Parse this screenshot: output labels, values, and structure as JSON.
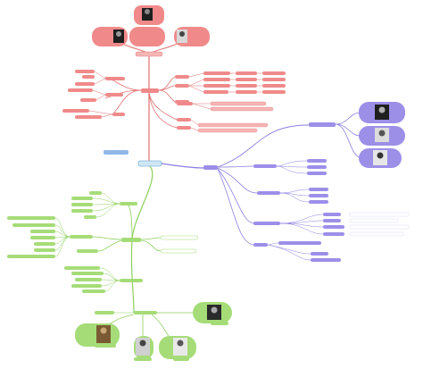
{
  "colors": {
    "red_branch": "#e07070",
    "red_node": "#f08a8a",
    "purple_branch": "#8a7fe0",
    "purple_node": "#9c8fe8",
    "green_branch": "#8ccf5a",
    "green_node": "#a6dc78",
    "root_fill": "#cfe7f4",
    "blue_node": "#8fb8e8",
    "portrait_dark": "#1f1f1f",
    "photo_sepia": "#7a5a32"
  },
  "root": {
    "label": "",
    "icon": "mind-map-root"
  },
  "side_label": {
    "label": ""
  },
  "branches": {
    "red": {
      "label": "",
      "portraits": 3
    },
    "purple": {
      "label": "",
      "portraits": 3
    },
    "green": {
      "label": "",
      "portraits": 4
    }
  }
}
